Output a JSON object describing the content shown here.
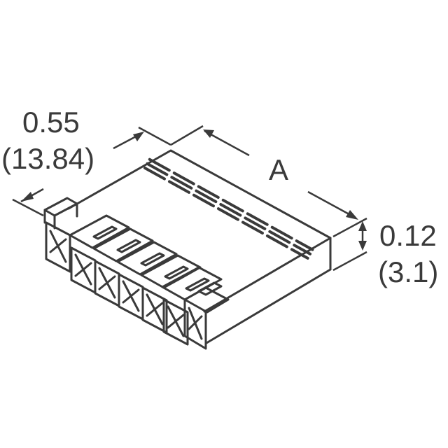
{
  "diagram": {
    "subject": "connector housing isometric drawing",
    "stroke_color": "#3a3a3a",
    "background": "#ffffff",
    "pin_count": 7,
    "dimensions": {
      "width": {
        "inch": "0.55",
        "mm": "(13.84)"
      },
      "length": {
        "label": "A"
      },
      "height": {
        "inch": "0.12",
        "mm": "(3.1)"
      }
    }
  }
}
